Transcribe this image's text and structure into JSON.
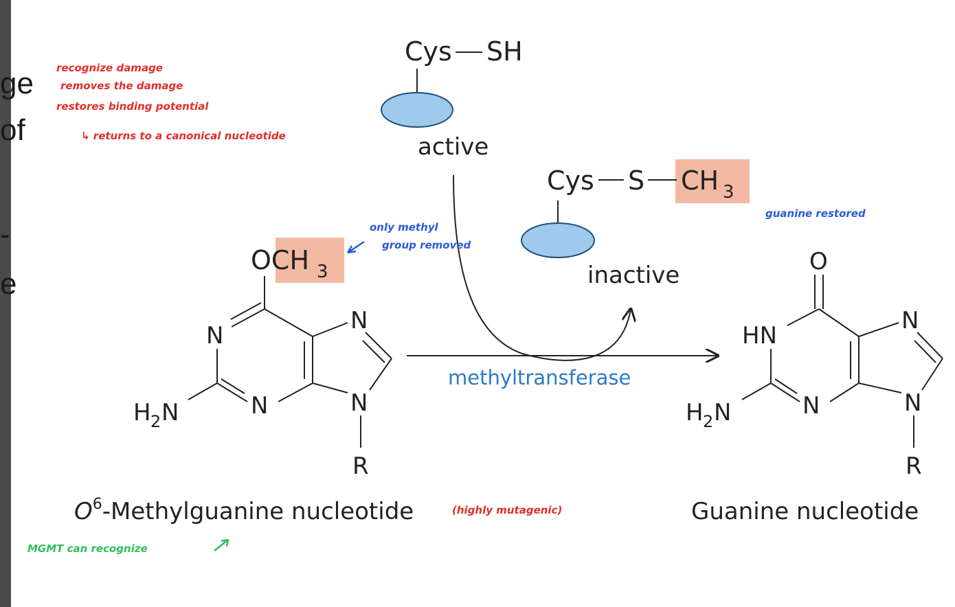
{
  "slide_fragments": [
    "ge",
    "of",
    "-",
    "e"
  ],
  "enzyme": {
    "active_group": [
      "Cys",
      "SH"
    ],
    "active_label": "active",
    "inactive_group": [
      "Cys",
      "S",
      "CH",
      "3"
    ],
    "inactive_label": "inactive"
  },
  "reaction": {
    "enzyme_name": "methyltransferase"
  },
  "reactant": {
    "methyl_group": [
      "OCH",
      "3"
    ],
    "atoms": {
      "n1": "N",
      "n3": "N",
      "n7": "N",
      "n9": "N",
      "r": "R",
      "h2n": [
        "H",
        "2",
        "N"
      ]
    },
    "name_prefix": "O",
    "name_superscript": "6",
    "name_rest": "-Methylguanine nucleotide"
  },
  "product": {
    "atoms": {
      "o": "O",
      "hn": "HN",
      "n3": "N",
      "n7": "N",
      "n9": "N",
      "r": "R",
      "h2n": [
        "H",
        "2",
        "N"
      ]
    },
    "name": "Guanine nucleotide"
  },
  "annotations": {
    "red_notes": [
      "recognize damage",
      "removes the damage",
      "restores binding potential",
      "↳ returns to a canonical   nucleotide"
    ],
    "blue_note_left": [
      "only methyl",
      "group removed"
    ],
    "blue_note_right": "guanine restored",
    "red_note_name": "(highly mutagenic)",
    "green_note": "MGMT can recognize",
    "colors": {
      "red": "#e0302a",
      "blue": "#2a5bd7",
      "green": "#2fbf5a",
      "highlight": "#f2b9a2",
      "ellipse": "#9ecbec",
      "enzyme_text": "#2e7bc4"
    }
  }
}
